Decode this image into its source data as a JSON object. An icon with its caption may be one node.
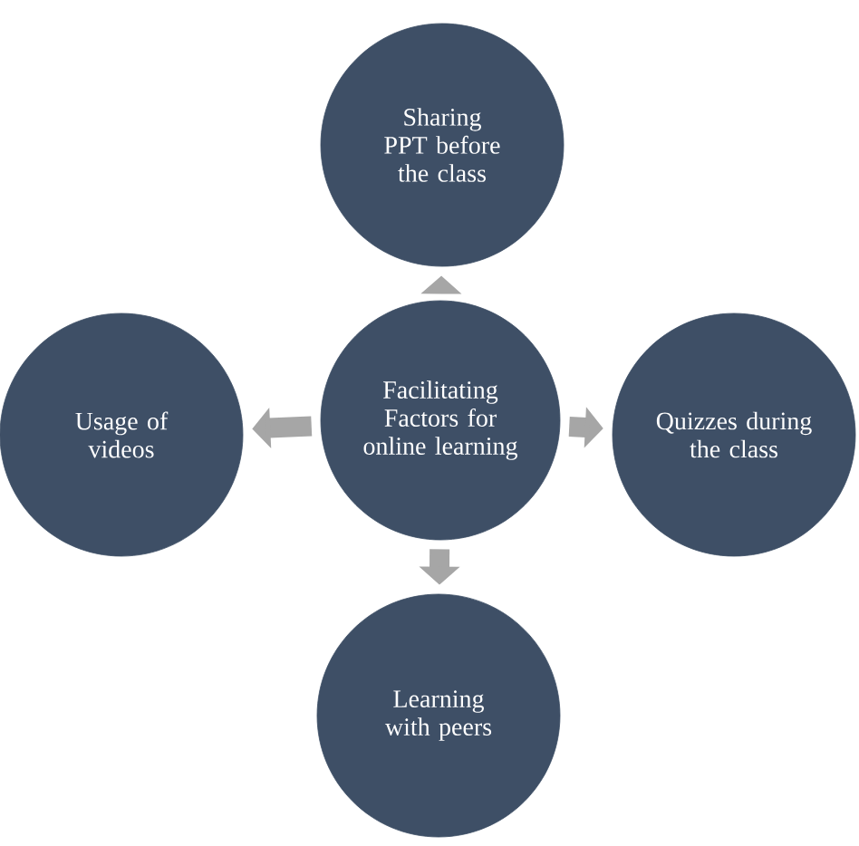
{
  "diagram": {
    "nodes": [
      {
        "text": [
          "Facilitating Factors for online learning"
        ]
      },
      {
        "text": [
          "Sharing PPT before the class"
        ]
      },
      {
        "text": [
          "Usage of videos"
        ]
      },
      {
        "text": [
          "Quizzes during the class"
        ]
      },
      {
        "text": [
          "Learning with peers"
        ]
      }
    ],
    "edges": [
      {
        "from": 0,
        "to": 1,
        "arrow": "to"
      },
      {
        "from": 0,
        "to": 2,
        "arrow": "to"
      },
      {
        "from": 0,
        "to": 3,
        "arrow": "to"
      },
      {
        "from": 0,
        "to": 4,
        "arrow": "to"
      }
    ]
  }
}
